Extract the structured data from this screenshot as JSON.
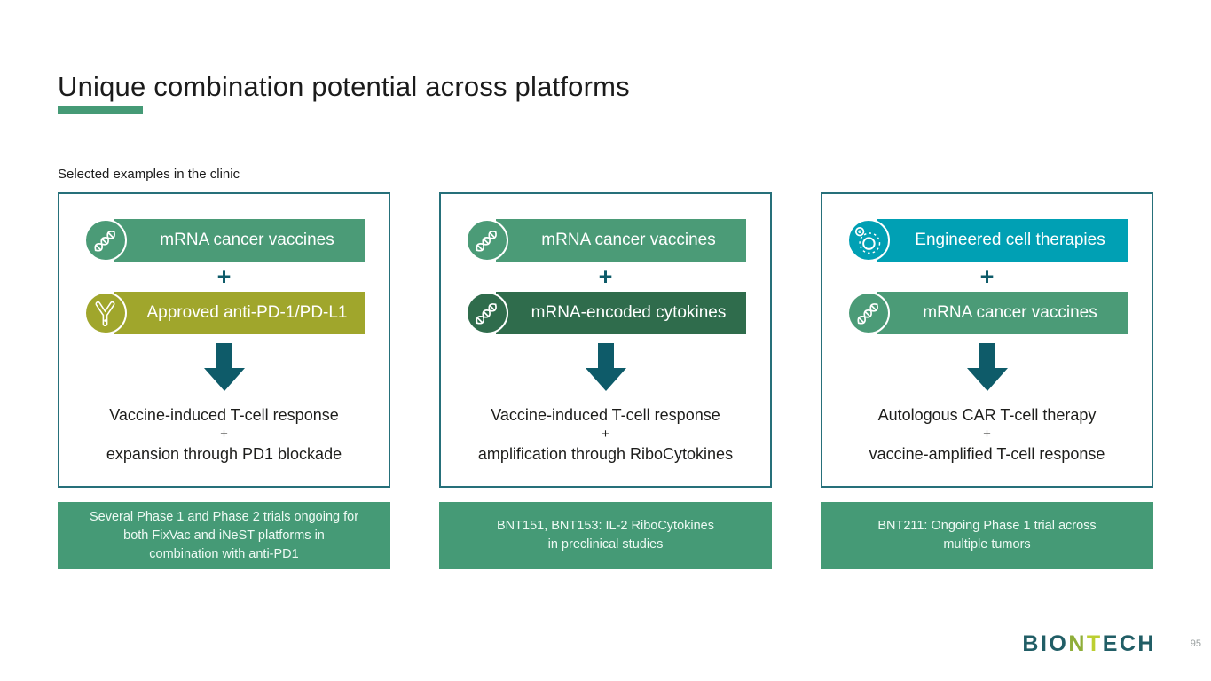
{
  "slide": {
    "title": "Unique combination potential across platforms",
    "subtitle": "Selected examples in the clinic",
    "page_number": "95"
  },
  "logo": {
    "part1": "BIO",
    "part2": "N",
    "part3": "T",
    "part4": "ECH"
  },
  "symbols": {
    "plus": "+"
  },
  "colors": {
    "pill_green": "#4b9b77",
    "pill_olive": "#a0a62c",
    "pill_dark_green": "#2f6c4c",
    "pill_teal": "#00a0b4",
    "arrow_dark_teal": "#0e5b69",
    "panel_border_teal": "#26707a",
    "caption_green": "#459a76",
    "accent_underline_green": "#459a76",
    "logo_petrol": "#215e66",
    "logo_lime": "#bccf31"
  },
  "columns": [
    {
      "pill1": {
        "label": "mRNA cancer vaccines",
        "icon": "rna-icon",
        "color": "#4b9b77"
      },
      "pill2": {
        "label": "Approved anti-PD-1/PD-L1",
        "icon": "antibody-icon",
        "color": "#a0a62c"
      },
      "result": {
        "line1": "Vaccine-induced T-cell response",
        "plus": "+",
        "line2": "expansion through PD1 blockade"
      },
      "caption_lines": [
        "Several Phase 1 and Phase 2 trials ongoing for",
        "both FixVac and iNeST platforms in",
        "combination with anti-PD1"
      ]
    },
    {
      "pill1": {
        "label": "mRNA cancer vaccines",
        "icon": "rna-icon",
        "color": "#4b9b77"
      },
      "pill2": {
        "label": "mRNA-encoded cytokines",
        "icon": "rna-icon",
        "color": "#2f6c4c"
      },
      "result": {
        "line1": "Vaccine-induced T-cell response",
        "plus": "+",
        "line2": "amplification through RiboCytokines"
      },
      "caption_lines": [
        "BNT151, BNT153: IL-2 RiboCytokines",
        "in preclinical studies"
      ]
    },
    {
      "pill1": {
        "label": "Engineered cell therapies",
        "icon": "cells-icon",
        "color": "#00a0b4"
      },
      "pill2": {
        "label": "mRNA cancer vaccines",
        "icon": "rna-icon",
        "color": "#4b9b77"
      },
      "result": {
        "line1": "Autologous CAR T-cell therapy",
        "plus": "+",
        "line2": "vaccine-amplified T-cell response"
      },
      "caption_lines": [
        "BNT211: Ongoing Phase 1 trial across",
        "multiple tumors"
      ]
    }
  ]
}
